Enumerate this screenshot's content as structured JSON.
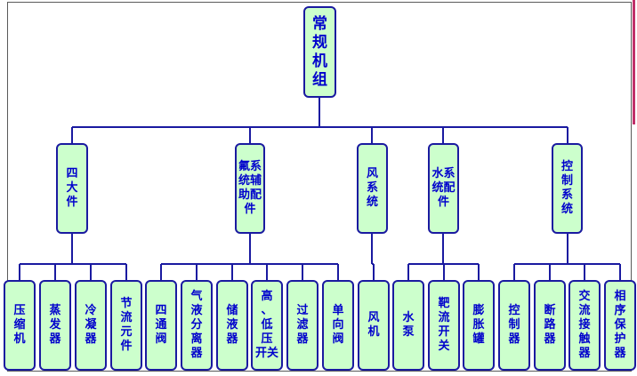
{
  "colors": {
    "line": "#1a1aa0",
    "node_fill": "#ccffcc",
    "text": "#0000cc",
    "frame": "#5a5a5a"
  },
  "root": {
    "label": "常\n规\n机\n组"
  },
  "groups": [
    {
      "label": "四\n大\n件",
      "children": [
        "压\n缩\n机",
        "蒸\n发\n器",
        "冷\n凝\n器",
        "节\n流\n元\n件"
      ]
    },
    {
      "label": "氟系\n统辅\n助配\n件",
      "children": [
        "四\n通\n阀",
        "气\n液\n分\n离\n器",
        "储\n液\n器",
        "高\n、\n低\n压\n开关",
        "过\n滤\n器",
        "单\n向\n阀"
      ]
    },
    {
      "label": "风\n系\n统",
      "children": [
        "风\n机"
      ]
    },
    {
      "label": "水系\n统配\n件",
      "children": [
        "水\n泵",
        "靶\n流\n开\n关",
        "膨\n胀\n罐"
      ]
    },
    {
      "label": "控\n制\n系\n统",
      "children": [
        "控\n制\n器",
        "断\n路\n器",
        "交\n流\n接\n触\n器",
        "相\n序\n保\n护\n器"
      ]
    }
  ]
}
